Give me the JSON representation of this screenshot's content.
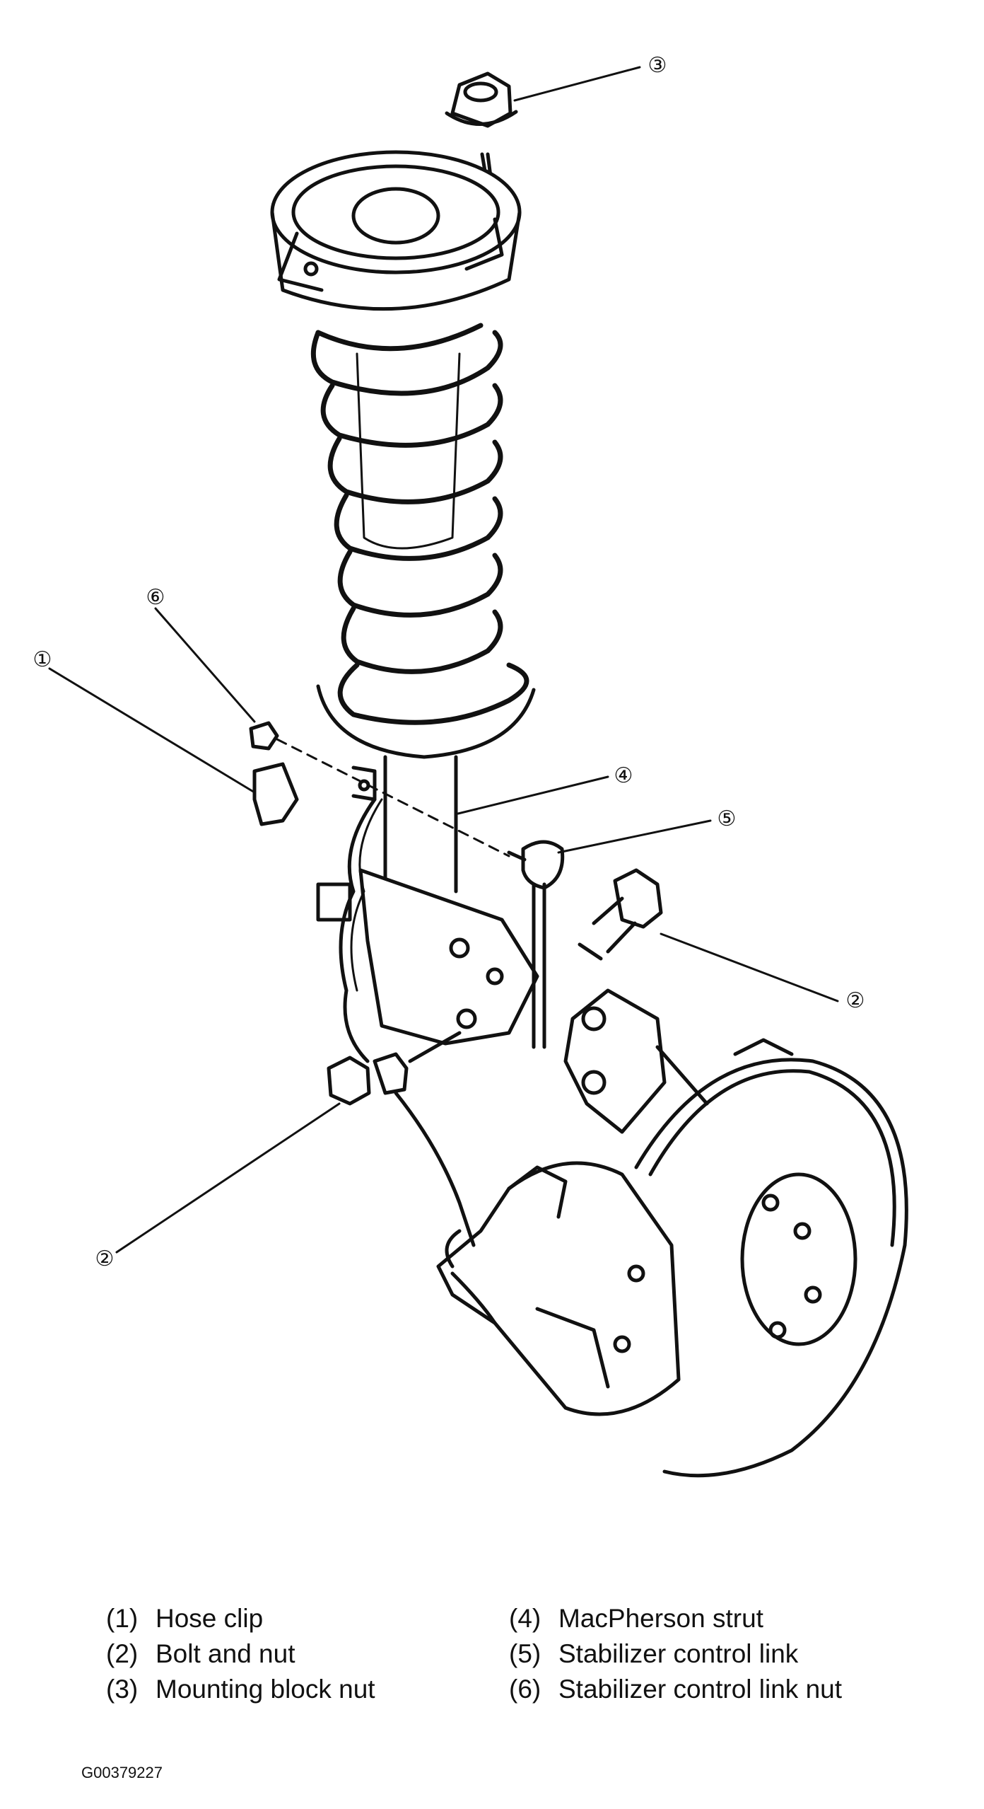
{
  "callouts": [
    {
      "id": "c1",
      "label": "①"
    },
    {
      "id": "c2a",
      "label": "②"
    },
    {
      "id": "c2b",
      "label": "②"
    },
    {
      "id": "c3",
      "label": "③"
    },
    {
      "id": "c4",
      "label": "④"
    },
    {
      "id": "c5",
      "label": "⑤"
    },
    {
      "id": "c6",
      "label": "⑥"
    }
  ],
  "legend": [
    {
      "num": "(1)",
      "text": "Hose clip"
    },
    {
      "num": "(2)",
      "text": "Bolt and nut"
    },
    {
      "num": "(3)",
      "text": "Mounting block nut"
    },
    {
      "num": "(4)",
      "text": "MacPherson strut"
    },
    {
      "num": "(5)",
      "text": "Stabilizer control link"
    },
    {
      "num": "(6)",
      "text": "Stabilizer control link nut"
    }
  ],
  "figure_id": "G00379227"
}
